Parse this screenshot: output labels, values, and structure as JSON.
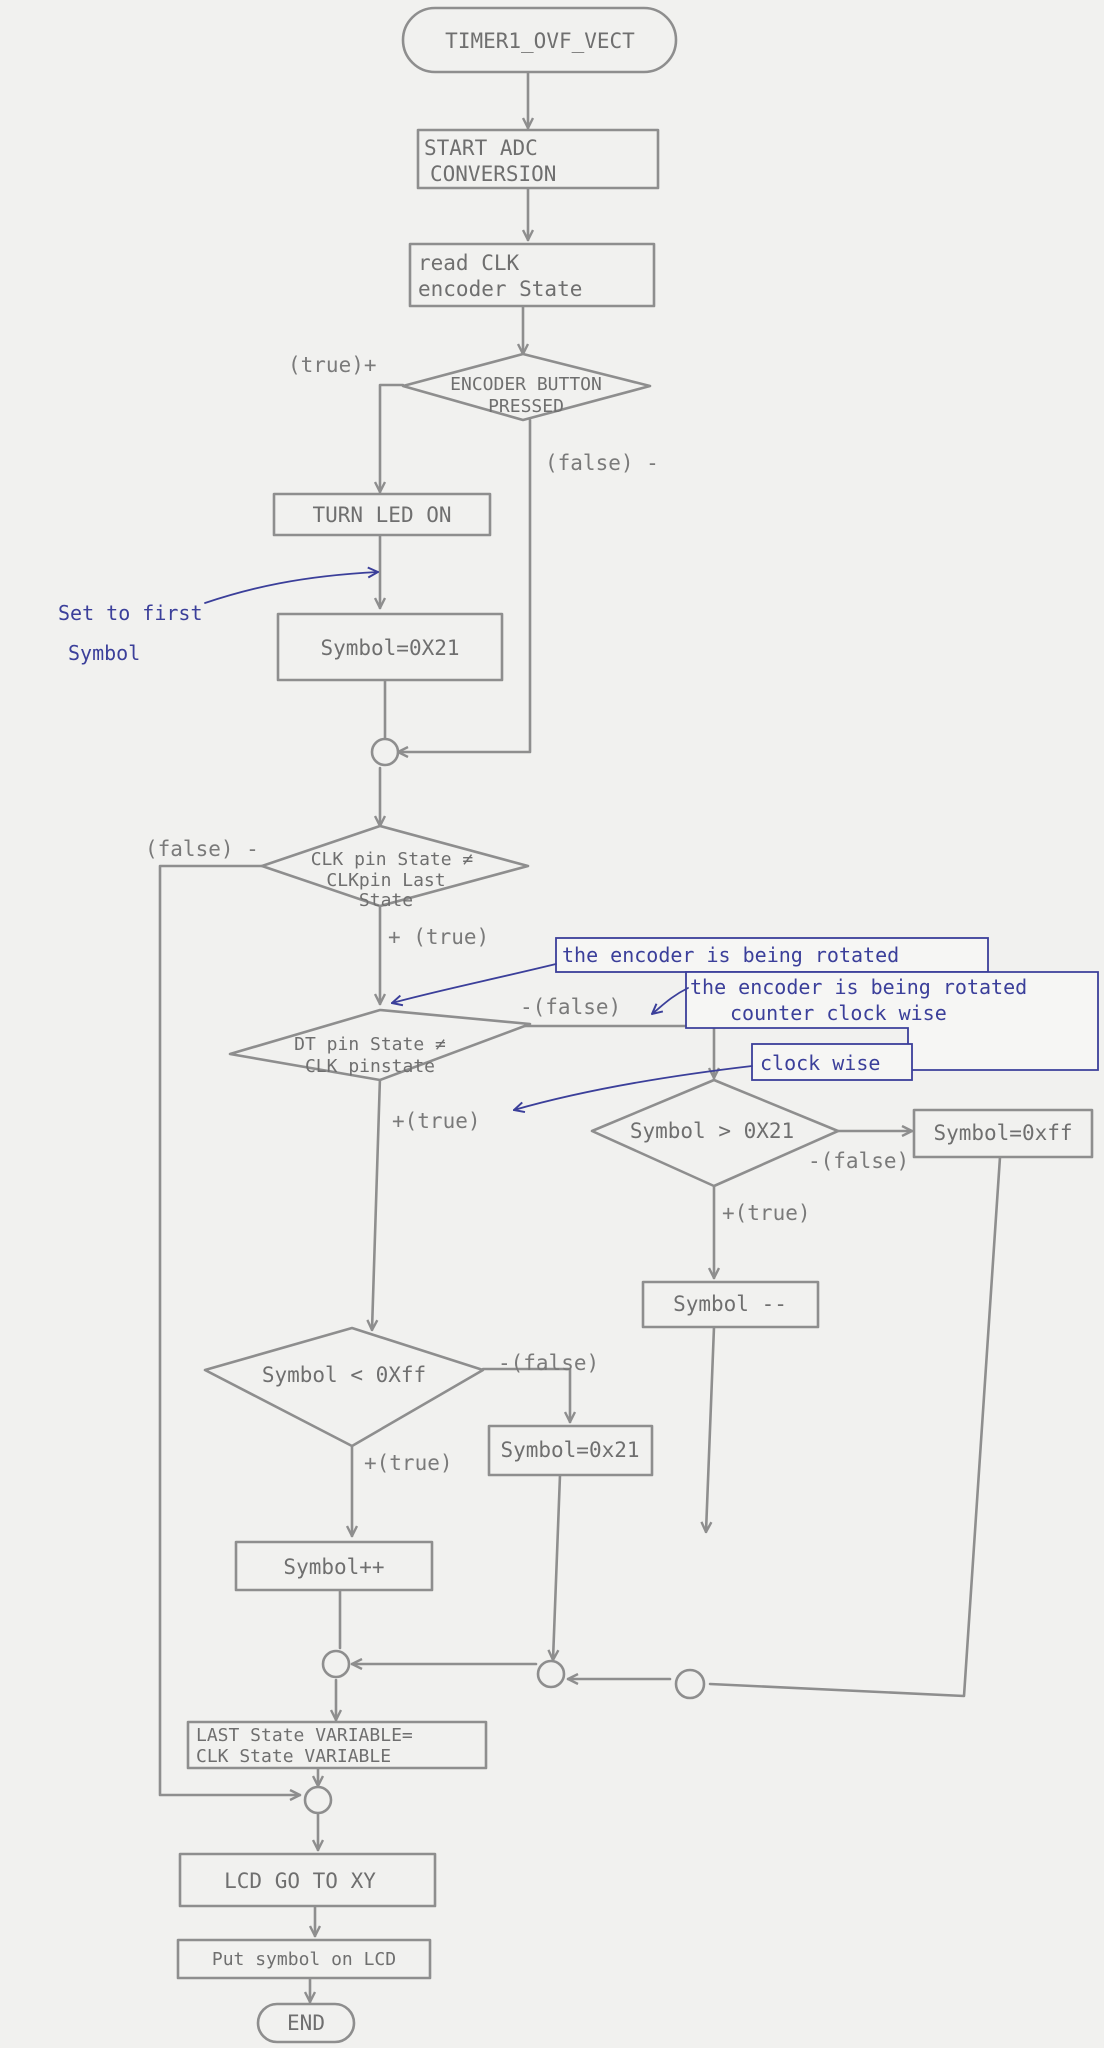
{
  "nodes": {
    "start": "TIMER1_OVF_VECT",
    "adc_1": "START ADC",
    "adc_2": "CONVERSION",
    "read_1": "read CLK",
    "read_2": "encoder State",
    "button_1": "ENCODER BUTTON",
    "button_2": "PRESSED",
    "led_on": "TURN LED ON",
    "symbol_first": "Symbol=0X21",
    "clk_cmp_1": "CLK pin State ≠",
    "clk_cmp_2": "CLKpin Last",
    "clk_cmp_3": "State",
    "dt_cmp_1": "DT pin State ≠",
    "dt_cmp_2": "CLK pinstate",
    "sym_gt": "Symbol > 0X21",
    "sym_ff": "Symbol=0xff",
    "sym_dec": "Symbol --",
    "sym_lt": "Symbol < 0Xff",
    "sym_21": "Symbol=0x21",
    "sym_inc": "Symbol++",
    "last_state_1": "LAST State VARIABLE=",
    "last_state_2": "CLK State VARIABLE",
    "lcd_goto": "LCD GO TO XY",
    "lcd_put": "Put symbol on LCD",
    "end": "END"
  },
  "labels": {
    "btn_true": "(true)+",
    "btn_false": "(false) -",
    "clk_false": "(false) -",
    "clk_true": "+ (true)",
    "dt_false": "-(false)",
    "dt_true": "+(true)",
    "gt_false": "-(false)",
    "gt_true": "+(true)",
    "lt_false": "-(false)",
    "lt_true": "+(true)"
  },
  "notes": {
    "first_symbol_1": "Set to first",
    "first_symbol_2": "Symbol",
    "rotated": "the encoder is being rotated",
    "ccw_1": "the encoder is being rotated",
    "ccw_2": "counter clock wise",
    "cw": "clock wise"
  }
}
